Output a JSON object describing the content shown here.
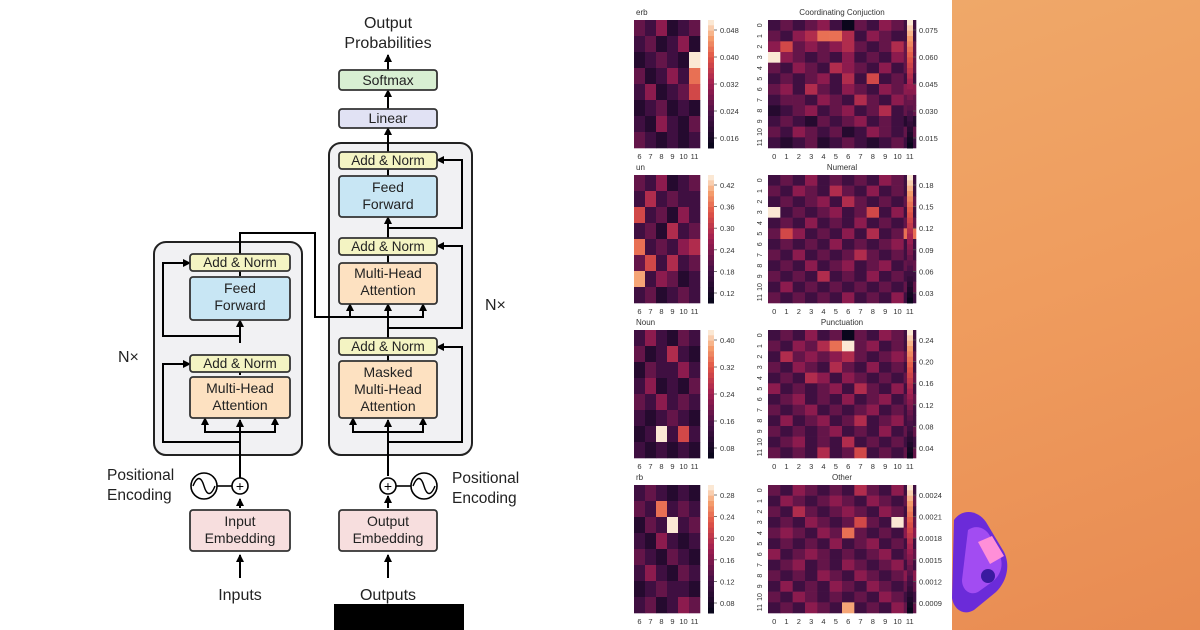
{
  "transformer": {
    "output_title": [
      "Output",
      "Probabilities"
    ],
    "softmax": "Softmax",
    "linear": "Linear",
    "add_norm": "Add & Norm",
    "feed_forward": [
      "Feed",
      "Forward"
    ],
    "mha": [
      "Multi-Head",
      "Attention"
    ],
    "masked_mha": [
      "Masked",
      "Multi-Head",
      "Attention"
    ],
    "nx": "N×",
    "positional_encoding": [
      "Positional",
      "Encoding"
    ],
    "input_embedding": [
      "Input",
      "Embedding"
    ],
    "output_embedding": [
      "Output",
      "Embedding"
    ],
    "inputs": "Inputs",
    "outputs": "Outputs",
    "plus_symbol": "+"
  },
  "colors": {
    "softmax": "#d8efd2",
    "linear": "#e1e2f4",
    "add_norm": "#f4f4c3",
    "feed_forward": "#c8e6f4",
    "attention": "#fde1c1",
    "embedding": "#f7dede",
    "stack_bg": "#f1f1f3"
  },
  "chart_data": [
    {
      "type": "heatmap",
      "title": "erb",
      "xticks": [
        "6",
        "7",
        "8",
        "9",
        "10",
        "11"
      ],
      "colorbar_ticks": [
        "0.048",
        "0.040",
        "0.032",
        "0.024",
        "0.016"
      ],
      "values": [
        [
          3,
          2,
          4,
          1,
          2,
          3
        ],
        [
          2,
          3,
          1,
          2,
          4,
          1
        ],
        [
          1,
          2,
          3,
          2,
          1,
          9
        ],
        [
          3,
          1,
          2,
          4,
          2,
          7
        ],
        [
          2,
          4,
          1,
          2,
          3,
          6
        ],
        [
          1,
          2,
          3,
          1,
          2,
          1
        ],
        [
          2,
          1,
          4,
          2,
          1,
          3
        ],
        [
          3,
          2,
          1,
          2,
          1,
          2
        ]
      ]
    },
    {
      "type": "heatmap",
      "title": "Coordinating Conjuction",
      "xticks": [
        "0",
        "1",
        "2",
        "3",
        "4",
        "5",
        "6",
        "7",
        "8",
        "9",
        "10",
        "11"
      ],
      "yticks": [
        "0",
        "1",
        "2",
        "3",
        "4",
        "5",
        "6",
        "7",
        "8",
        "9",
        "10",
        "11"
      ],
      "colorbar_ticks": [
        "0.075",
        "0.060",
        "0.045",
        "0.030",
        "0.015"
      ],
      "values": [
        [
          2,
          3,
          2,
          3,
          4,
          2,
          0,
          3,
          2,
          4,
          3,
          2
        ],
        [
          3,
          2,
          4,
          5,
          7,
          7,
          5,
          2,
          4,
          3,
          2,
          2
        ],
        [
          4,
          6,
          3,
          4,
          3,
          4,
          5,
          3,
          2,
          3,
          5,
          3
        ],
        [
          9,
          4,
          3,
          2,
          3,
          2,
          4,
          2,
          3,
          2,
          4,
          3
        ],
        [
          3,
          2,
          4,
          3,
          2,
          5,
          4,
          3,
          2,
          4,
          2,
          3
        ],
        [
          2,
          3,
          2,
          3,
          4,
          2,
          5,
          2,
          6,
          2,
          3,
          2
        ],
        [
          3,
          4,
          2,
          5,
          3,
          2,
          4,
          3,
          2,
          4,
          3,
          4
        ],
        [
          2,
          3,
          3,
          2,
          4,
          3,
          2,
          5,
          3,
          2,
          4,
          3
        ],
        [
          1,
          2,
          3,
          4,
          2,
          3,
          4,
          2,
          3,
          5,
          2,
          3
        ],
        [
          2,
          3,
          2,
          1,
          3,
          2,
          3,
          4,
          2,
          3,
          2,
          1
        ],
        [
          3,
          2,
          4,
          3,
          2,
          3,
          1,
          2,
          4,
          3,
          2,
          3
        ],
        [
          2,
          1,
          2,
          3,
          1,
          2,
          3,
          2,
          1,
          2,
          3,
          2
        ]
      ]
    },
    {
      "type": "heatmap",
      "title": "un",
      "xticks": [
        "6",
        "7",
        "8",
        "9",
        "10",
        "11"
      ],
      "colorbar_ticks": [
        "0.42",
        "0.36",
        "0.30",
        "0.24",
        "0.18",
        "0.12"
      ],
      "values": [
        [
          3,
          2,
          4,
          1,
          2,
          3
        ],
        [
          2,
          5,
          2,
          3,
          2,
          2
        ],
        [
          6,
          2,
          3,
          1,
          4,
          2
        ],
        [
          2,
          3,
          1,
          5,
          2,
          3
        ],
        [
          7,
          2,
          3,
          2,
          4,
          5
        ],
        [
          3,
          6,
          2,
          5,
          2,
          3
        ],
        [
          8,
          2,
          4,
          3,
          1,
          2
        ],
        [
          2,
          3,
          1,
          2,
          3,
          2
        ]
      ]
    },
    {
      "type": "heatmap",
      "title": "Numeral",
      "xticks": [
        "0",
        "1",
        "2",
        "3",
        "4",
        "5",
        "6",
        "7",
        "8",
        "9",
        "10",
        "11"
      ],
      "yticks": [
        "0",
        "1",
        "2",
        "3",
        "4",
        "5",
        "6",
        "7",
        "8",
        "9",
        "10",
        "11"
      ],
      "colorbar_ticks": [
        "0.18",
        "0.15",
        "0.12",
        "0.09",
        "0.06",
        "0.03"
      ],
      "values": [
        [
          2,
          3,
          2,
          4,
          2,
          3,
          2,
          3,
          2,
          4,
          3,
          2
        ],
        [
          3,
          2,
          4,
          3,
          2,
          5,
          3,
          2,
          4,
          2,
          3,
          2
        ],
        [
          2,
          3,
          2,
          3,
          4,
          2,
          5,
          3,
          2,
          3,
          2,
          3
        ],
        [
          9,
          2,
          3,
          2,
          3,
          4,
          2,
          3,
          6,
          2,
          4,
          2
        ],
        [
          2,
          3,
          2,
          4,
          2,
          3,
          2,
          4,
          2,
          3,
          2,
          3
        ],
        [
          3,
          6,
          4,
          2,
          3,
          2,
          4,
          2,
          5,
          2,
          3,
          7
        ],
        [
          2,
          3,
          2,
          3,
          2,
          4,
          2,
          3,
          2,
          3,
          4,
          2
        ],
        [
          3,
          2,
          4,
          2,
          3,
          2,
          3,
          5,
          3,
          2,
          3,
          2
        ],
        [
          2,
          3,
          2,
          4,
          2,
          3,
          4,
          2,
          3,
          4,
          2,
          3
        ],
        [
          3,
          2,
          3,
          2,
          5,
          2,
          3,
          2,
          4,
          2,
          3,
          2
        ],
        [
          2,
          4,
          2,
          3,
          2,
          3,
          2,
          3,
          2,
          3,
          2,
          3
        ],
        [
          3,
          2,
          3,
          2,
          3,
          2,
          4,
          2,
          3,
          2,
          4,
          2
        ]
      ]
    },
    {
      "type": "heatmap",
      "title": "Noun",
      "xticks": [
        "6",
        "7",
        "8",
        "9",
        "10",
        "11"
      ],
      "colorbar_ticks": [
        "0.40",
        "0.32",
        "0.24",
        "0.16",
        "0.08"
      ],
      "values": [
        [
          2,
          4,
          2,
          1,
          3,
          2
        ],
        [
          3,
          1,
          2,
          5,
          2,
          1
        ],
        [
          1,
          3,
          2,
          2,
          4,
          2
        ],
        [
          2,
          4,
          1,
          2,
          1,
          3
        ],
        [
          3,
          2,
          4,
          2,
          3,
          2
        ],
        [
          2,
          1,
          2,
          3,
          2,
          1
        ],
        [
          1,
          2,
          9,
          2,
          6,
          2
        ],
        [
          2,
          1,
          2,
          1,
          2,
          1
        ]
      ]
    },
    {
      "type": "heatmap",
      "title": "Punctuation",
      "xticks": [
        "0",
        "1",
        "2",
        "3",
        "4",
        "5",
        "6",
        "7",
        "8",
        "9",
        "10",
        "11"
      ],
      "yticks": [
        "0",
        "1",
        "2",
        "3",
        "4",
        "5",
        "6",
        "7",
        "8",
        "9",
        "10",
        "11"
      ],
      "colorbar_ticks": [
        "0.24",
        "0.20",
        "0.16",
        "0.12",
        "0.08",
        "0.04"
      ],
      "values": [
        [
          2,
          3,
          2,
          4,
          2,
          3,
          0,
          3,
          2,
          4,
          3,
          2
        ],
        [
          3,
          2,
          4,
          3,
          5,
          7,
          9,
          3,
          4,
          2,
          3,
          2
        ],
        [
          2,
          5,
          3,
          4,
          3,
          4,
          5,
          3,
          2,
          3,
          4,
          3
        ],
        [
          3,
          2,
          4,
          3,
          2,
          5,
          3,
          2,
          4,
          2,
          3,
          2
        ],
        [
          2,
          3,
          2,
          5,
          4,
          2,
          4,
          3,
          2,
          3,
          2,
          3
        ],
        [
          4,
          2,
          3,
          2,
          3,
          4,
          2,
          5,
          3,
          2,
          4,
          2
        ],
        [
          2,
          3,
          4,
          2,
          3,
          2,
          4,
          2,
          3,
          4,
          2,
          3
        ],
        [
          3,
          2,
          3,
          4,
          2,
          3,
          2,
          3,
          4,
          2,
          3,
          2
        ],
        [
          2,
          4,
          2,
          3,
          4,
          2,
          3,
          5,
          2,
          3,
          4,
          2
        ],
        [
          3,
          2,
          3,
          2,
          3,
          4,
          2,
          3,
          2,
          4,
          2,
          3
        ],
        [
          2,
          3,
          4,
          2,
          3,
          2,
          5,
          2,
          3,
          2,
          3,
          2
        ],
        [
          3,
          2,
          3,
          2,
          5,
          2,
          3,
          6,
          2,
          3,
          2,
          3
        ]
      ]
    },
    {
      "type": "heatmap",
      "title": "rb",
      "xticks": [
        "6",
        "7",
        "8",
        "9",
        "10",
        "11"
      ],
      "colorbar_ticks": [
        "0.28",
        "0.24",
        "0.20",
        "0.16",
        "0.12",
        "0.08"
      ],
      "values": [
        [
          2,
          3,
          2,
          1,
          2,
          1
        ],
        [
          3,
          2,
          7,
          2,
          3,
          2
        ],
        [
          1,
          3,
          2,
          9,
          2,
          3
        ],
        [
          2,
          1,
          4,
          2,
          1,
          2
        ],
        [
          3,
          2,
          1,
          3,
          2,
          1
        ],
        [
          2,
          4,
          2,
          1,
          3,
          2
        ],
        [
          1,
          2,
          3,
          2,
          2,
          1
        ],
        [
          2,
          3,
          1,
          2,
          4,
          3
        ]
      ]
    },
    {
      "type": "heatmap",
      "title": "Other",
      "xticks": [
        "0",
        "1",
        "2",
        "3",
        "4",
        "5",
        "6",
        "7",
        "8",
        "9",
        "10",
        "11"
      ],
      "yticks": [
        "0",
        "1",
        "2",
        "3",
        "4",
        "5",
        "6",
        "7",
        "8",
        "9",
        "10",
        "11"
      ],
      "colorbar_ticks": [
        "0.0024",
        "0.0021",
        "0.0018",
        "0.0015",
        "0.0012",
        "0.0009"
      ],
      "values": [
        [
          3,
          2,
          4,
          3,
          2,
          3,
          2,
          5,
          3,
          2,
          4,
          2
        ],
        [
          2,
          4,
          3,
          2,
          3,
          4,
          3,
          2,
          4,
          3,
          2,
          3
        ],
        [
          3,
          2,
          5,
          3,
          2,
          3,
          4,
          3,
          2,
          4,
          3,
          2
        ],
        [
          2,
          3,
          2,
          4,
          3,
          2,
          3,
          6,
          3,
          2,
          9,
          3
        ],
        [
          3,
          4,
          3,
          2,
          4,
          3,
          7,
          3,
          2,
          3,
          2,
          4
        ],
        [
          2,
          3,
          2,
          3,
          2,
          4,
          2,
          3,
          4,
          2,
          3,
          2
        ],
        [
          4,
          2,
          3,
          4,
          3,
          2,
          3,
          2,
          3,
          4,
          2,
          3
        ],
        [
          2,
          3,
          4,
          2,
          3,
          2,
          4,
          3,
          2,
          3,
          4,
          2
        ],
        [
          3,
          2,
          3,
          2,
          4,
          3,
          2,
          4,
          3,
          2,
          3,
          4
        ],
        [
          2,
          4,
          2,
          3,
          2,
          4,
          3,
          2,
          4,
          3,
          2,
          3
        ],
        [
          3,
          2,
          4,
          3,
          2,
          3,
          2,
          3,
          2,
          4,
          3,
          2
        ],
        [
          2,
          3,
          2,
          4,
          3,
          2,
          8,
          2,
          3,
          2,
          4,
          3
        ]
      ]
    }
  ]
}
